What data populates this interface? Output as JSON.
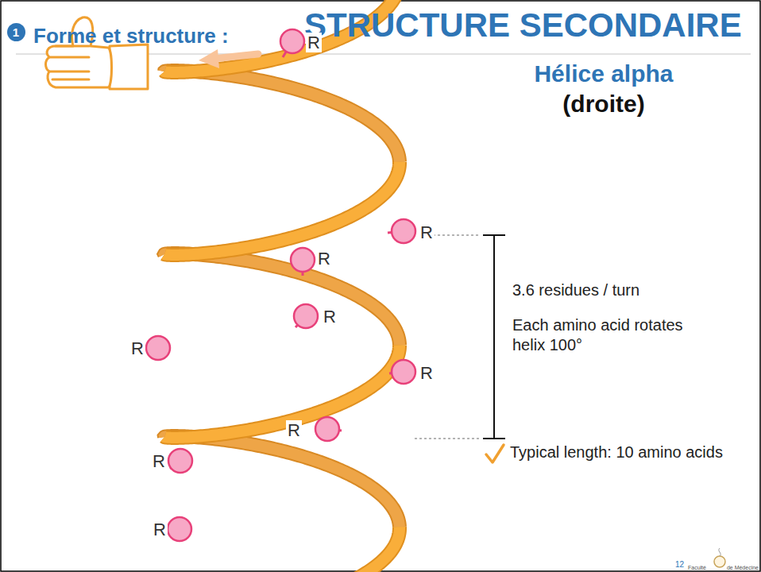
{
  "diagram": {
    "title": "STRUCTURE SECONDAIRE",
    "nodes": [
      {
        "text": [
          "1"
        ]
      }
    ],
    "labels": [
      "Forme et structure :",
      "Hélice alpha",
      "(droite)",
      "R",
      "R",
      "R",
      "R",
      "R",
      "R",
      "R",
      "R",
      "R",
      "3.6 residues / turn",
      "Each amino acid rotates helix 100°",
      "Typical length: 10 amino acids",
      "12",
      "Faculté",
      "de Médecine"
    ]
  }
}
